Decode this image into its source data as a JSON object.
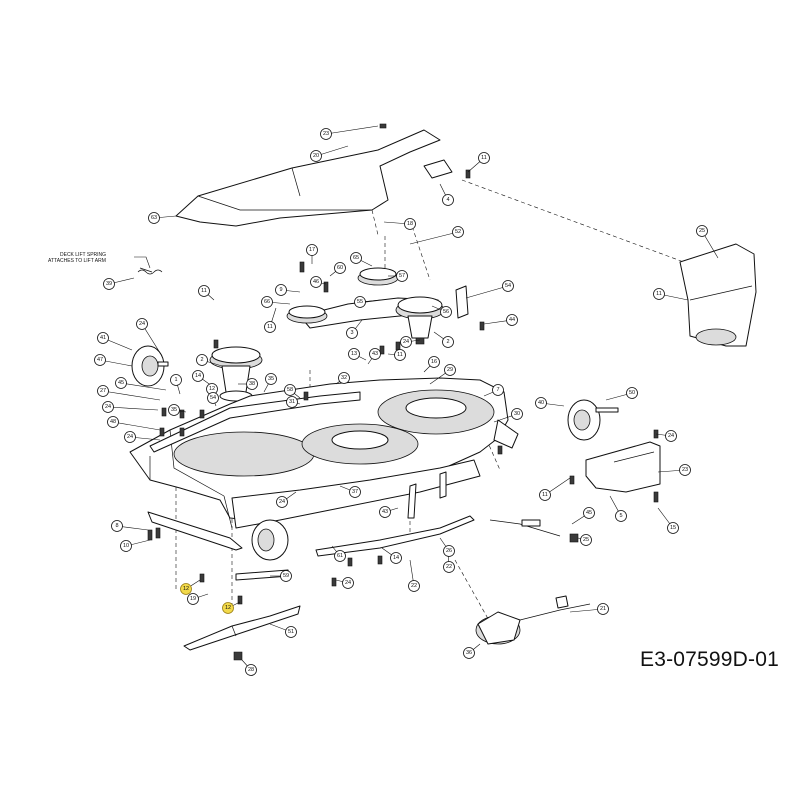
{
  "drawing": {
    "code": "E3-07599D-01",
    "note_line1": "DECK LIFT SPRING",
    "note_line2": "ATTACHES TO LIFT ARM"
  },
  "callouts": [
    {
      "label": "23"
    },
    {
      "label": "20"
    },
    {
      "label": "11"
    },
    {
      "label": "4"
    },
    {
      "label": "63"
    },
    {
      "label": "18"
    },
    {
      "label": "52"
    },
    {
      "label": "25"
    },
    {
      "label": "17"
    },
    {
      "label": "60"
    },
    {
      "label": "65"
    },
    {
      "label": "9"
    },
    {
      "label": "46"
    },
    {
      "label": "57"
    },
    {
      "label": "66"
    },
    {
      "label": "56"
    },
    {
      "label": "54"
    },
    {
      "label": "55"
    },
    {
      "label": "44"
    },
    {
      "label": "11"
    },
    {
      "label": "11"
    },
    {
      "label": "3"
    },
    {
      "label": "24"
    },
    {
      "label": "2"
    },
    {
      "label": "11"
    },
    {
      "label": "39"
    },
    {
      "label": "41"
    },
    {
      "label": "24"
    },
    {
      "label": "13"
    },
    {
      "label": "43"
    },
    {
      "label": "11"
    },
    {
      "label": "47"
    },
    {
      "label": "2"
    },
    {
      "label": "14"
    },
    {
      "label": "1"
    },
    {
      "label": "38"
    },
    {
      "label": "12"
    },
    {
      "label": "32"
    },
    {
      "label": "16"
    },
    {
      "label": "29"
    },
    {
      "label": "27"
    },
    {
      "label": "45"
    },
    {
      "label": "35"
    },
    {
      "label": "54"
    },
    {
      "label": "58"
    },
    {
      "label": "31"
    },
    {
      "label": "7"
    },
    {
      "label": "50"
    },
    {
      "label": "24"
    },
    {
      "label": "35"
    },
    {
      "label": "40"
    },
    {
      "label": "30"
    },
    {
      "label": "48"
    },
    {
      "label": "24"
    },
    {
      "label": "24"
    },
    {
      "label": "23"
    },
    {
      "label": "11"
    },
    {
      "label": "37"
    },
    {
      "label": "24"
    },
    {
      "label": "43"
    },
    {
      "label": "45"
    },
    {
      "label": "8"
    },
    {
      "label": "5"
    },
    {
      "label": "15"
    },
    {
      "label": "10"
    },
    {
      "label": "22"
    },
    {
      "label": "59"
    },
    {
      "label": "61"
    },
    {
      "label": "14"
    },
    {
      "label": "26"
    },
    {
      "label": "25"
    },
    {
      "label": "12"
    },
    {
      "label": "19"
    },
    {
      "label": "24"
    },
    {
      "label": "22"
    },
    {
      "label": "21"
    },
    {
      "label": "12"
    },
    {
      "label": "51"
    },
    {
      "label": "36"
    },
    {
      "label": "28"
    }
  ]
}
